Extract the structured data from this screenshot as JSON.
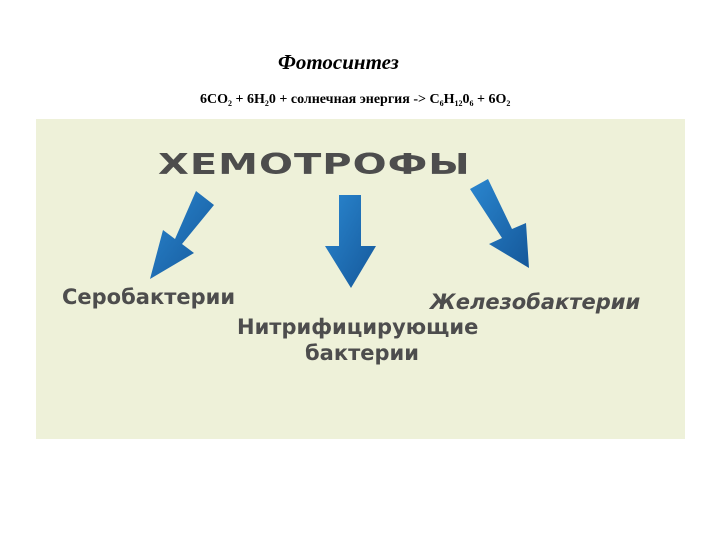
{
  "slide": {
    "title": "Фотосинтез",
    "formula": {
      "parts": [
        "6CO",
        "2",
        " + 6H",
        "2",
        "0 + солнечная энергия -> C",
        "6",
        "H",
        "12",
        "0",
        "6",
        " + 6O",
        "2"
      ]
    }
  },
  "diagram": {
    "header": "ХЕМОТРОФЫ",
    "left_label": "Серобактерии",
    "center_label_line1": "Нитрифицирующие",
    "center_label_line2": "бактерии",
    "right_label": "Железобактерии"
  },
  "colors": {
    "panel_bg": "#eef1d9",
    "arrow": "#1c6eb7",
    "text": "#4d4d4d"
  }
}
